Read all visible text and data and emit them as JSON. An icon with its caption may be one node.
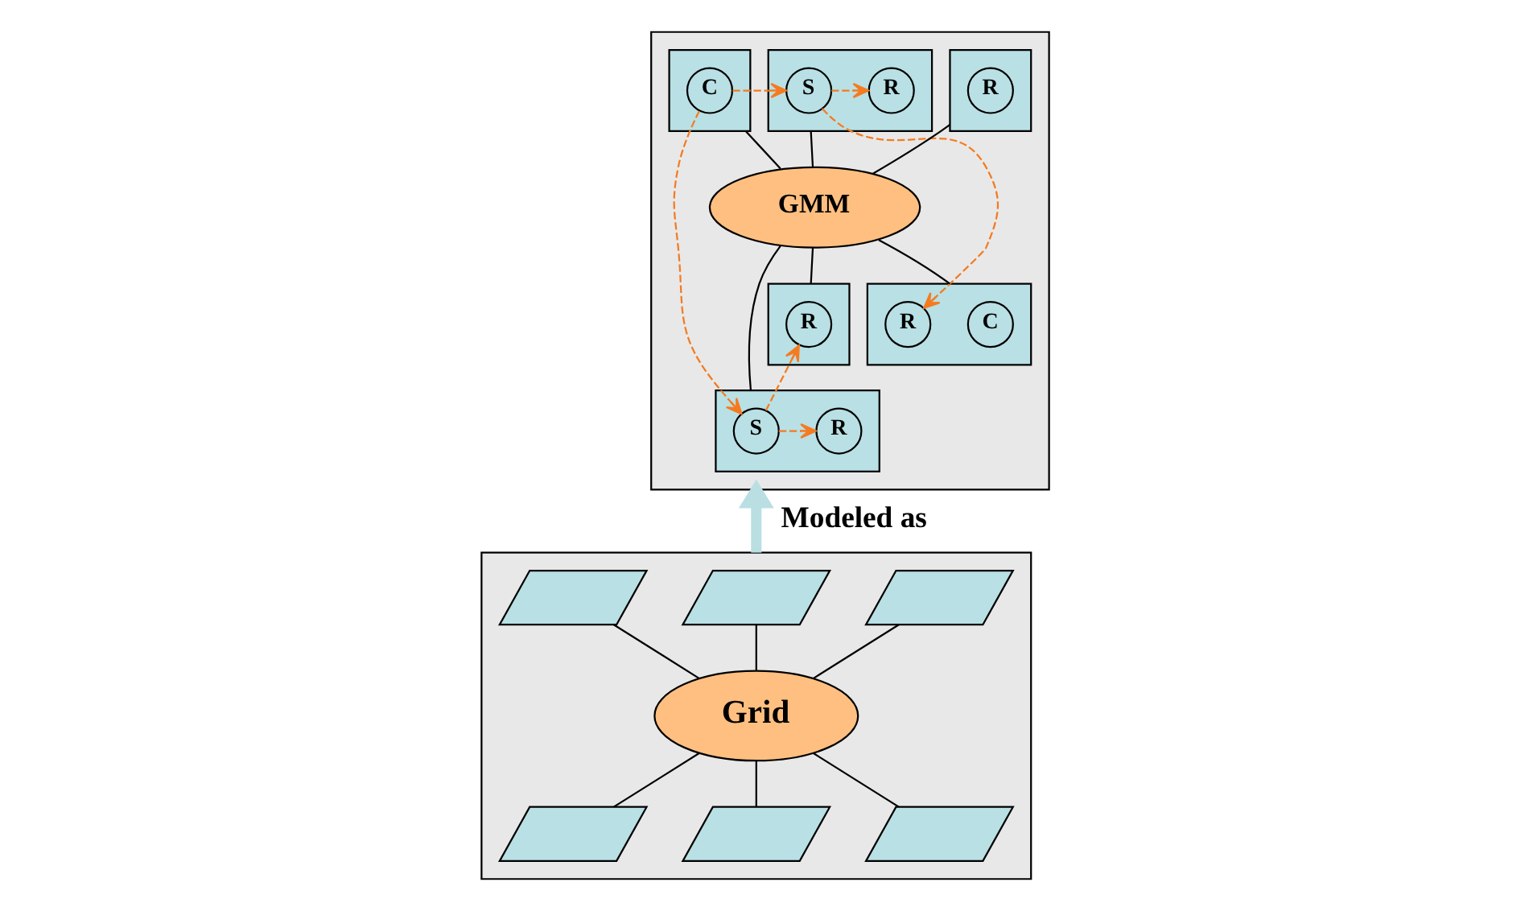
{
  "diagram": {
    "nodes": [
      {
        "text": [],
        "shape": "parallelogram"
      },
      {
        "text": [],
        "shape": "parallelogram",
        "in": 0
      },
      {
        "text": [
          "C"
        ],
        "in": 1
      },
      {
        "text": [],
        "shape": "parallelogram",
        "in": 0
      },
      {
        "text": [
          "S"
        ],
        "in": 3
      },
      {
        "text": [
          "R"
        ],
        "in": 3
      },
      {
        "text": [],
        "shape": "parallelogram",
        "in": 0
      },
      {
        "text": [
          "R"
        ],
        "in": 6
      },
      {
        "text": [
          "GMM"
        ],
        "in": 0
      },
      {
        "text": [],
        "shape": "parallelogram",
        "in": 0
      },
      {
        "text": [
          "C"
        ],
        "in": 9
      },
      {
        "text": [
          "R"
        ],
        "in": 9
      },
      {
        "text": [],
        "shape": "parallelogram",
        "in": 0
      },
      {
        "text": [
          "R"
        ],
        "in": 12
      },
      {
        "text": [
          "S"
        ],
        "in": 12
      },
      {
        "text": [],
        "shape": "parallelogram",
        "in": 0
      },
      {
        "text": [
          "R"
        ],
        "in": 15
      },
      {
        "text": [],
        "shape": "parallelogram"
      },
      {
        "text": [],
        "shape": "parallelogram",
        "in": 17
      },
      {
        "text": [],
        "shape": "parallelogram",
        "in": 17
      },
      {
        "text": [],
        "shape": "parallelogram",
        "in": 17
      },
      {
        "text": [
          "Grid"
        ],
        "in": 17
      },
      {
        "text": [],
        "shape": "parallelogram",
        "in": 17
      },
      {
        "text": [],
        "shape": "parallelogram",
        "in": 17
      },
      {
        "text": [],
        "shape": "parallelogram",
        "in": 17
      }
    ],
    "edges": [
      {
        "from": 8,
        "to": 1,
        "arrow": "none"
      },
      {
        "from": 8,
        "to": 3,
        "arrow": "none"
      },
      {
        "from": 8,
        "to": 6,
        "arrow": "none"
      },
      {
        "from": 9,
        "to": 8,
        "arrow": "none"
      },
      {
        "from": 12,
        "to": 8,
        "arrow": "none"
      },
      {
        "from": 15,
        "to": 8,
        "arrow": "none"
      },
      {
        "from": 21,
        "to": 18,
        "arrow": "none"
      },
      {
        "from": 21,
        "to": 19,
        "arrow": "none"
      },
      {
        "from": 21,
        "to": 20,
        "arrow": "none"
      },
      {
        "from": 22,
        "to": 21,
        "arrow": "none"
      },
      {
        "from": 23,
        "to": 21,
        "arrow": "none"
      },
      {
        "from": 24,
        "to": 21,
        "arrow": "none"
      },
      {
        "from": 2,
        "to": 4,
        "arrow": "to",
        "style": "dashed",
        "color": "#f47b20"
      },
      {
        "from": 2,
        "to": 14,
        "arrow": "to",
        "style": "dashed",
        "color": "#f47b20"
      },
      {
        "from": 14,
        "to": 13,
        "arrow": "to",
        "style": "dashed",
        "color": "#f47b20"
      },
      {
        "from": 14,
        "to": 16,
        "arrow": "to",
        "style": "dashed",
        "color": "#f47b20"
      },
      {
        "from": 4,
        "to": 5,
        "arrow": "to",
        "style": "dashed",
        "color": "#f47b20"
      },
      {
        "from": 4,
        "to": 11,
        "arrow": "to",
        "style": "dashed",
        "color": "#f47b20"
      },
      {
        "from": 17,
        "to": 0,
        "arrow": "to",
        "label": "Modeled as",
        "style": "thick",
        "color": "#b9dfe3"
      }
    ]
  }
}
